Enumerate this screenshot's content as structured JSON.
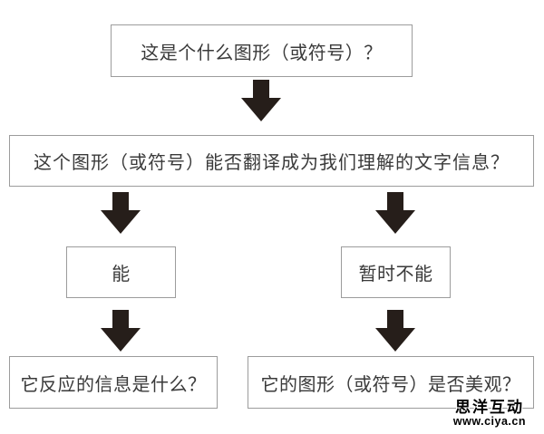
{
  "flowchart": {
    "nodes": {
      "start": "这是个什么图形（或符号）？",
      "translate_question": "这个图形（或符号）能否翻译成为我们理解的文字信息？",
      "branch_yes": "能",
      "branch_no": "暂时不能",
      "info_question": "它反应的信息是什么？",
      "aesthetic_question": "它的图形（或符号）是否美观？"
    },
    "colors": {
      "arrow": "#261e1a",
      "box_border": "#9c9c9c",
      "text": "#3a3a3a",
      "background": "#ffffff"
    }
  },
  "watermark": {
    "brand": "思洋互动",
    "url": "www.ciya.cn"
  }
}
